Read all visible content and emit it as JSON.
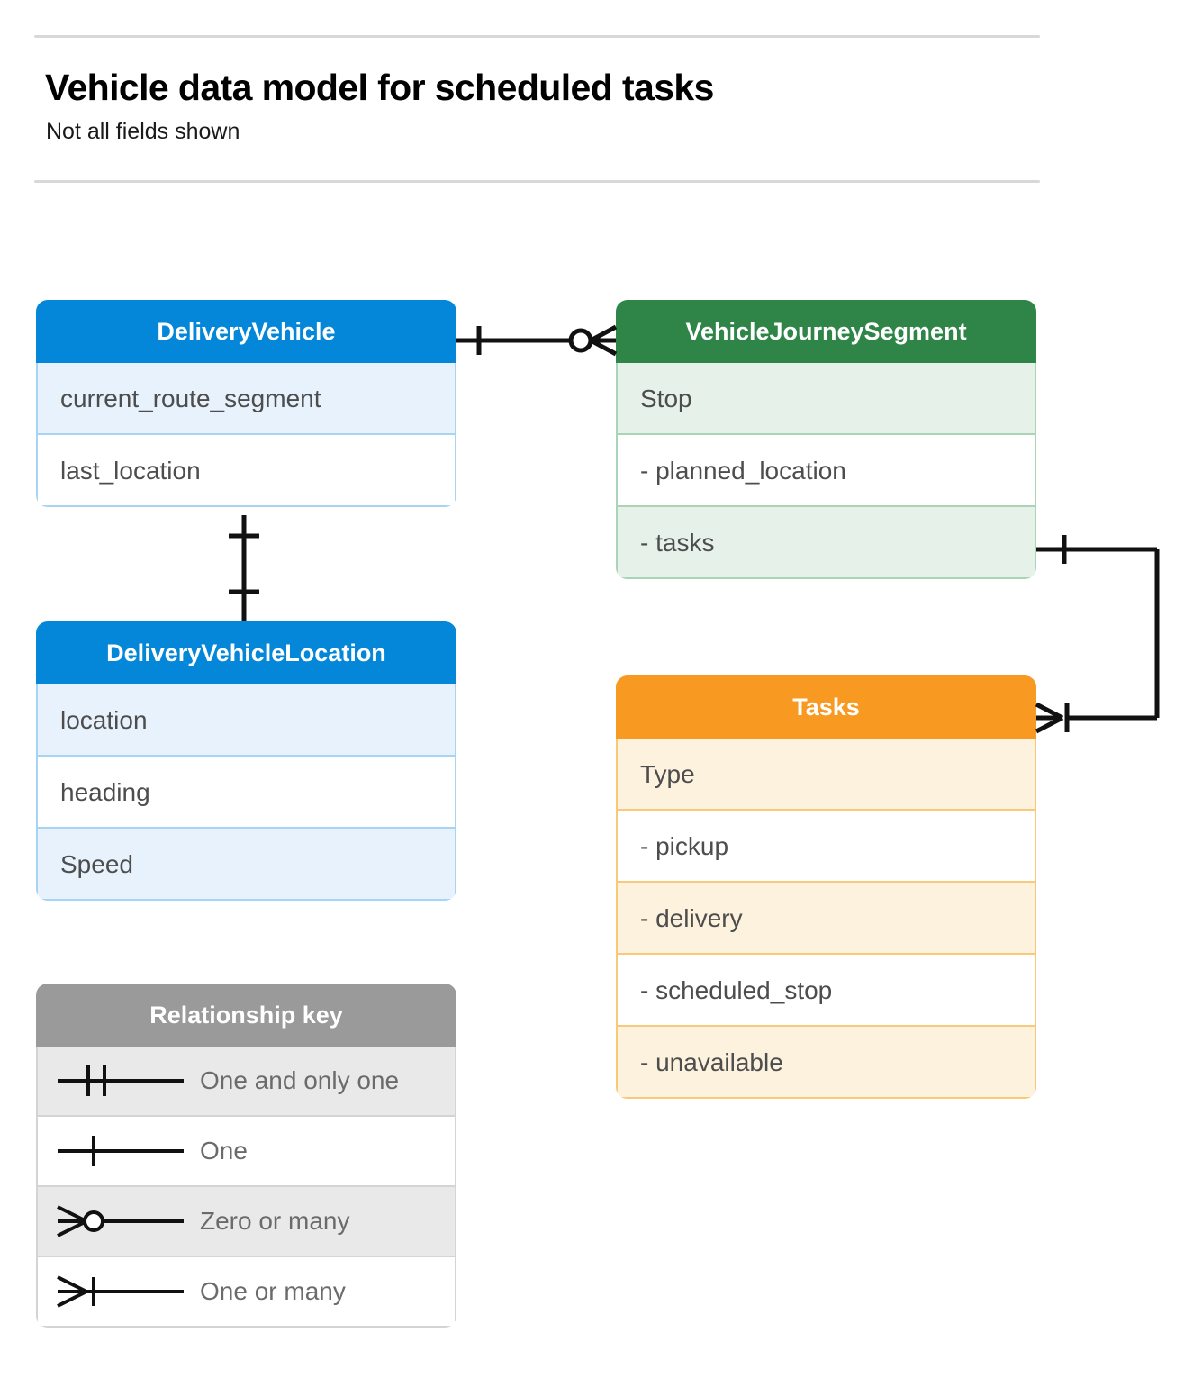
{
  "header": {
    "title": "Vehicle data model for scheduled tasks",
    "subtitle": "Not all fields shown"
  },
  "colors": {
    "blue": "#0487d9",
    "blue_tint": "#e7f2fc",
    "green": "#2f8447",
    "green_tint": "#e6f2e9",
    "orange": "#f89a21",
    "orange_tint": "#fdf2de",
    "gray": "#9a9a9a",
    "gray_tint": "#e9e9e9",
    "connector": "#111111",
    "rule": "#d8d8d8"
  },
  "entities": [
    {
      "name": "DeliveryVehicle",
      "theme": "blue",
      "rows": [
        "current_route_segment",
        "last_location"
      ]
    },
    {
      "name": "VehicleJourneySegment",
      "theme": "green",
      "rows": [
        "Stop",
        "-  planned_location",
        "- tasks"
      ]
    },
    {
      "name": "DeliveryVehicleLocation",
      "theme": "blue",
      "rows": [
        "location",
        "heading",
        "Speed"
      ]
    },
    {
      "name": "Tasks",
      "theme": "orange",
      "rows": [
        "Type",
        "-  pickup",
        "-  delivery",
        "-  scheduled_stop",
        "-  unavailable"
      ]
    }
  ],
  "legend": {
    "title": "Relationship key",
    "items": [
      {
        "label": "One and only one",
        "symbol": "one-and-only-one"
      },
      {
        "label": "One",
        "symbol": "one"
      },
      {
        "label": "Zero or many",
        "symbol": "zero-or-many"
      },
      {
        "label": "One or many",
        "symbol": "one-or-many"
      }
    ]
  },
  "relationships": [
    {
      "from": "DeliveryVehicle",
      "to": "VehicleJourneySegment",
      "from_cardinality": "one",
      "to_cardinality": "zero-or-many"
    },
    {
      "from": "DeliveryVehicle",
      "to": "DeliveryVehicleLocation",
      "from_cardinality": "one",
      "to_cardinality": "one"
    },
    {
      "from": "VehicleJourneySegment.tasks",
      "to": "Tasks",
      "from_cardinality": "one",
      "to_cardinality": "one-or-many"
    }
  ]
}
